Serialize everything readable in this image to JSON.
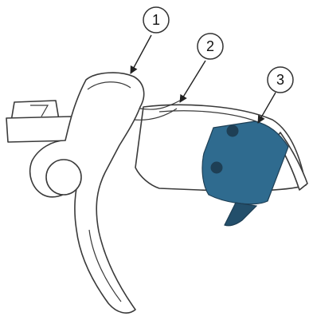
{
  "diagram": {
    "colors": {
      "line": "#3a3a3a",
      "highlight_part": "#2f6b8f",
      "highlight_shade": "#234f6b",
      "background": "#ffffff"
    },
    "callouts": [
      {
        "id": "1",
        "label": "1"
      },
      {
        "id": "2",
        "label": "2"
      },
      {
        "id": "3",
        "label": "3"
      }
    ]
  }
}
